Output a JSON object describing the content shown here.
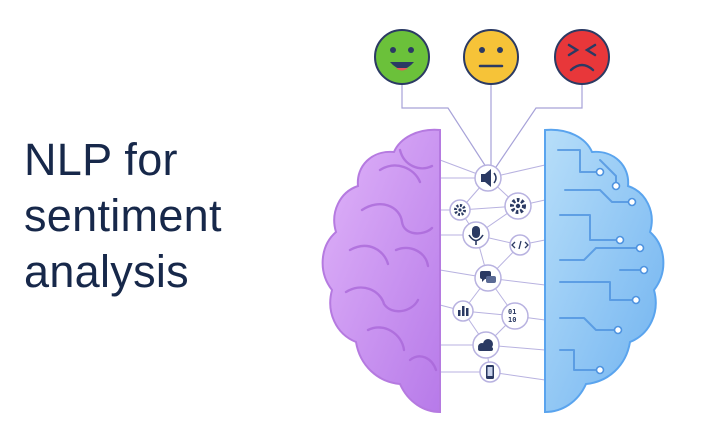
{
  "headline": {
    "line1": "NLP for",
    "line2": "sentiment",
    "line3": "analysis"
  },
  "emojis": [
    {
      "mood": "happy",
      "icon": "happy-face-icon",
      "color": "#6bc13a"
    },
    {
      "mood": "neutral",
      "icon": "neutral-face-icon",
      "color": "#f6c338"
    },
    {
      "mood": "angry",
      "icon": "angry-face-icon",
      "color": "#e8373a"
    }
  ],
  "nodes": [
    {
      "icon": "speaker-icon"
    },
    {
      "icon": "gear-icon"
    },
    {
      "icon": "gear-icon"
    },
    {
      "icon": "microphone-icon"
    },
    {
      "icon": "code-tag-icon"
    },
    {
      "icon": "chat-bubbles-icon"
    },
    {
      "icon": "bar-chart-icon"
    },
    {
      "icon": "binary-code-icon"
    },
    {
      "icon": "cloud-icon"
    },
    {
      "icon": "phone-icon"
    }
  ],
  "colors": {
    "title": "#17284a",
    "brain_left": "#c98ff0",
    "brain_right": "#8ec8f6",
    "node": "#ffffff",
    "icon": "#2b3a63"
  }
}
